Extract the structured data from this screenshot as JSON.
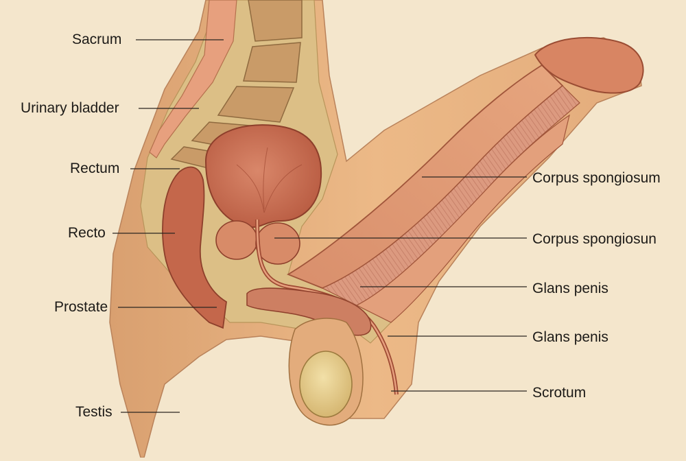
{
  "colors": {
    "background": "#f4e6cc",
    "skin": "#e7b07e",
    "fat": "#dcbf86",
    "organ": "#cf7a5c",
    "organ_dark": "#b4563d",
    "bone": "#c9a06e",
    "leader_line": "#2a2520"
  },
  "labels": [
    {
      "id": "sacrum",
      "text": "Sacrum"
    },
    {
      "id": "urinary-bladder",
      "text": "Urinary bladder"
    },
    {
      "id": "rectum",
      "text": "Rectum"
    },
    {
      "id": "recto",
      "text": "Recto"
    },
    {
      "id": "prostate",
      "text": "Prostate"
    },
    {
      "id": "testis",
      "text": "Testis"
    },
    {
      "id": "corpus-spongiosum-1",
      "text": "Corpus spongiosum"
    },
    {
      "id": "corpus-spongiosum-2",
      "text": "Corpus spongiosun"
    },
    {
      "id": "glans-penis-1",
      "text": "Glans penis"
    },
    {
      "id": "glans-penis-2",
      "text": "Glans penis"
    },
    {
      "id": "scrotum",
      "text": "Scrotum"
    }
  ]
}
